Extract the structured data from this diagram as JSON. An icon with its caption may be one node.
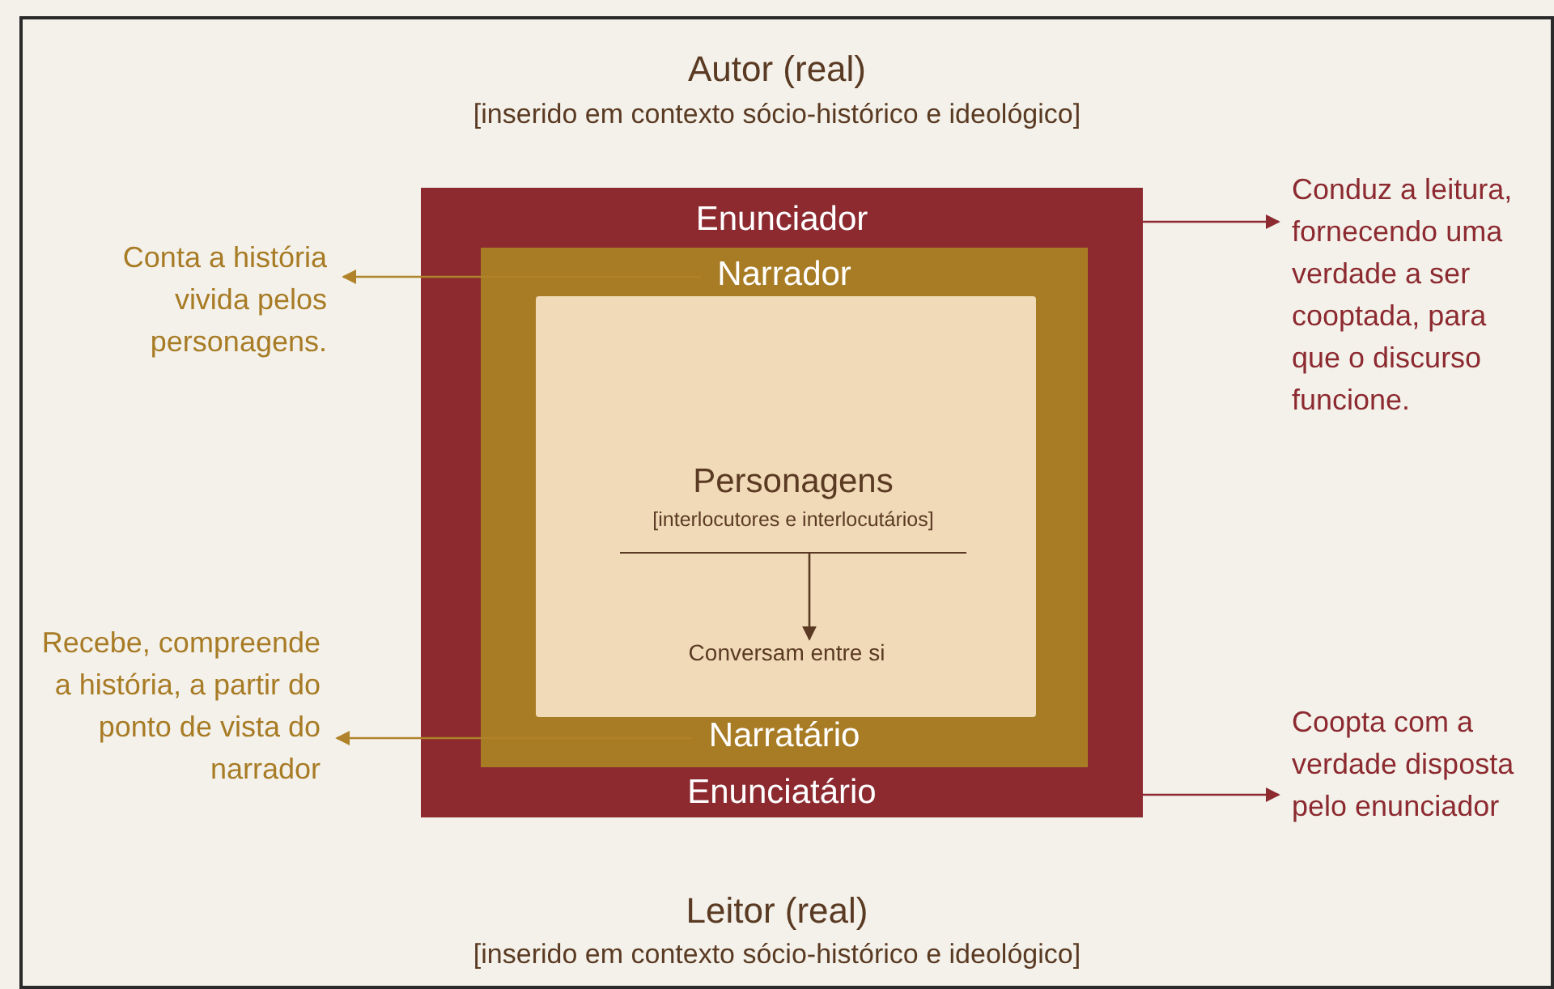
{
  "diagram": {
    "nodes": [
      {
        "text": [
          "Enunciador",
          "Enunciatário"
        ]
      },
      {
        "text": [
          "Narrador",
          "Narratário"
        ],
        "in": 0
      },
      {
        "text": [],
        "shape": "box",
        "in": 1
      },
      {
        "text": [
          "Personagens",
          "[interlocutores e interlocutários]"
        ],
        "in": 2
      },
      {
        "text": [
          "Conversam entre si"
        ],
        "in": 2
      },
      {
        "text": [
          "Conta a história vivida pelos personagens."
        ]
      },
      {
        "text": [
          "Conduz a leitura, fornecendo uma verdade a ser cooptada, para que o discurso funcione."
        ]
      },
      {
        "text": [
          "Recebe, compreende a história, a partir do ponto de vista do narrador"
        ]
      },
      {
        "text": [
          "Coopta com a verdade disposta pelo enunciador"
        ]
      }
    ],
    "edges": [
      {
        "from": 3,
        "to": 4,
        "arrow": "to",
        "color": "#5a3a22"
      },
      {
        "from": 1,
        "to": 5,
        "arrow": "to",
        "color": "#b0832a"
      },
      {
        "from": 0,
        "to": 6,
        "arrow": "to"
      },
      {
        "from": 1,
        "to": 7,
        "arrow": "to",
        "color": "#b0832a"
      },
      {
        "from": 0,
        "to": 8,
        "arrow": "to"
      }
    ],
    "labels": [
      "Autor (real)",
      "[inserido em contexto sócio-histórico e ideológico]",
      "Leitor (real)",
      "[inserido em contexto sócio-histórico e ideológico]"
    ]
  }
}
